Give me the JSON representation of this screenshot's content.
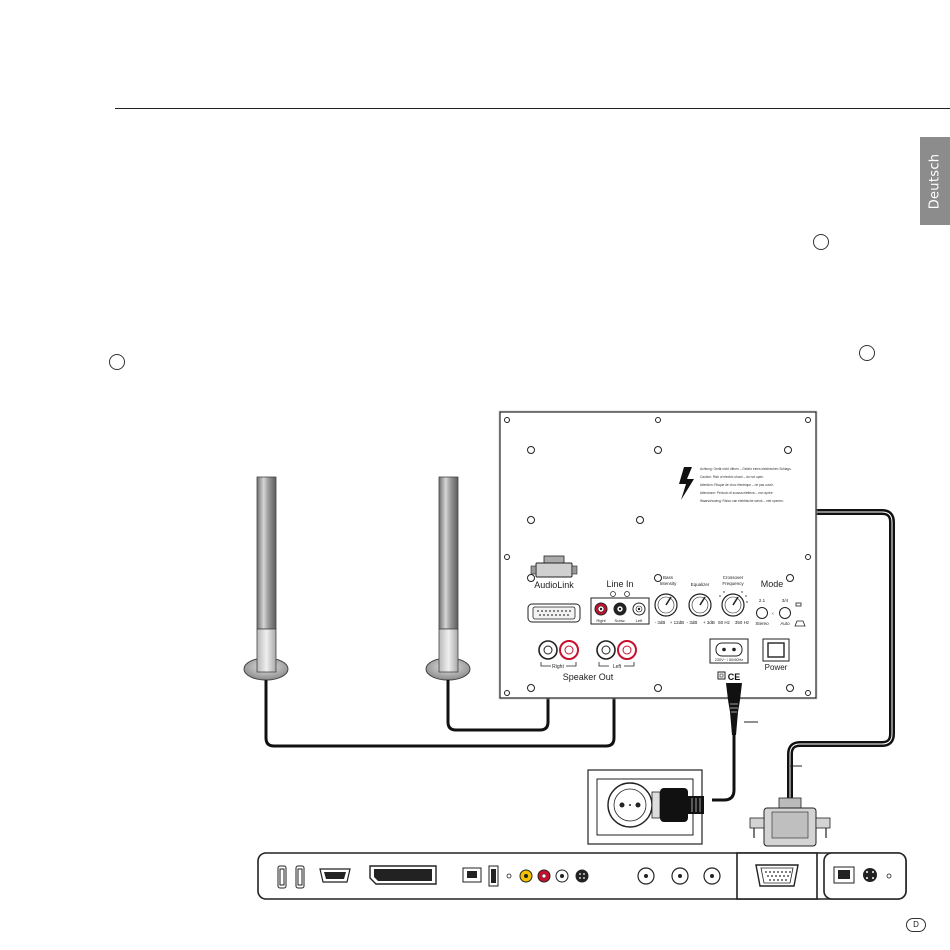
{
  "side_tab": {
    "label": "Deutsch"
  },
  "page": {
    "badge": "D"
  },
  "subwoofer": {
    "warning_lines": [
      "Achtung: Gerät nicht öffnen – Gefahr eines elektrischen Schlags.",
      "Caution: Risk of electric shock – do not open.",
      "Attention: Risque de choc électrique – ne pas ouvrir.",
      "Attenzione: Pericolo di scossa elettrica – non aprire.",
      "Waarschuwing: Risico van elektrische schok – niet openen."
    ],
    "audiolink_label": "AudioLink",
    "line_in": {
      "title": "Line In",
      "right": "Right",
      "subw": "Subw.",
      "left": "Left"
    },
    "bass": {
      "title_1": "Bass",
      "title_2": "Intensity",
      "min": "- 3dB",
      "max": "+ 12dB"
    },
    "equalizer": {
      "title": "Equalizer",
      "min": "- 3dB",
      "max": "+ 3dB"
    },
    "crossover": {
      "title_1": "Crossover",
      "title_2": "Frequency",
      "min": "50 Hz",
      "max": "350 Hz"
    },
    "mode": {
      "title": "Mode",
      "opt1": "2.1",
      "opt2": "3/4",
      "stereo": "Stereo",
      "auto": "Auto"
    },
    "power_rating": "230V~ / 50/60Hz",
    "power_label": "Power",
    "speaker_out": {
      "title": "Speaker Out",
      "right": "Right",
      "left": "Left"
    },
    "ce_mark": "CE"
  }
}
